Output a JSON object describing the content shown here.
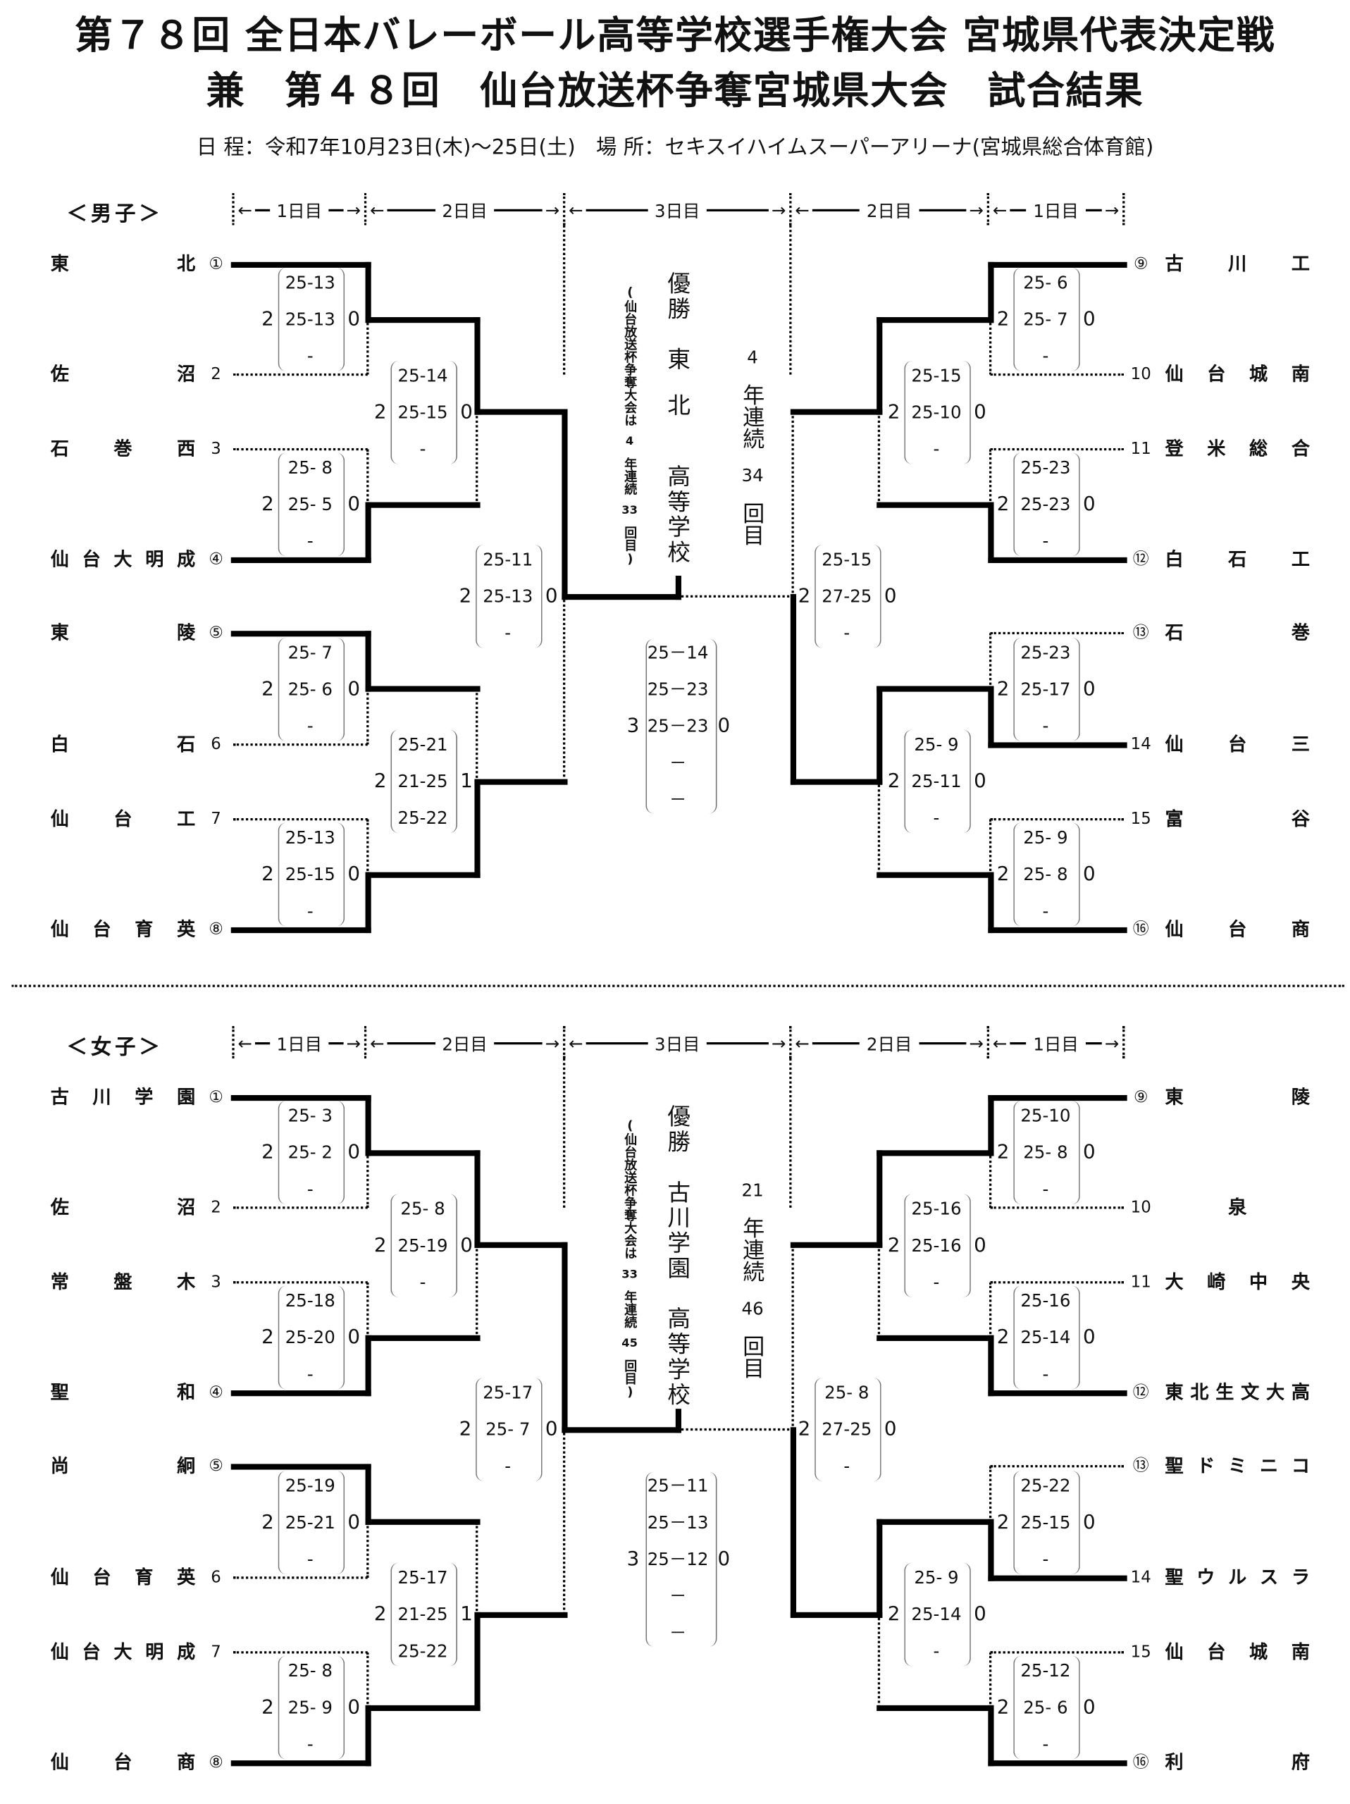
{
  "header": {
    "title_line1": "第７８回 全日本バレーボール高等学校選手権大会 宮城県代表決定戦",
    "title_line2": "兼　第４８回　仙台放送杯争奪宮城県大会　試合結果",
    "schedule": "日 程：令和7年10月23日(木)～25日(土)　場 所：セキスイハイムスーパーアリーナ(宮城県総合体育館)"
  },
  "sections": [
    {
      "label": "＜男子＞",
      "days": [
        "1日目",
        "2日目",
        "3日目",
        "2日目",
        "1日目"
      ],
      "left": {
        "teams": [
          {
            "name": "東北",
            "seed": "①"
          },
          {
            "name": "佐沼",
            "seed": "2"
          },
          {
            "name": "石巻西",
            "seed": "3"
          },
          {
            "name": "仙台大明成",
            "seed": "④"
          },
          {
            "name": "東陵",
            "seed": "⑤"
          },
          {
            "name": "白石",
            "seed": "6"
          },
          {
            "name": "仙台工",
            "seed": "7"
          },
          {
            "name": "仙台育英",
            "seed": "⑧"
          }
        ],
        "r1": [
          {
            "winner": "top",
            "won": "2",
            "lost": "0",
            "sets": [
              "25-13",
              "25-13",
              "-"
            ]
          },
          {
            "winner": "bottom",
            "won": "2",
            "lost": "0",
            "sets": [
              "25- 8",
              "25- 5",
              "-"
            ]
          },
          {
            "winner": "top",
            "won": "2",
            "lost": "0",
            "sets": [
              "25- 7",
              "25- 6",
              "-"
            ]
          },
          {
            "winner": "bottom",
            "won": "2",
            "lost": "0",
            "sets": [
              "25-13",
              "25-15",
              "-"
            ]
          }
        ],
        "r2": [
          {
            "winner": "top",
            "won": "2",
            "lost": "0",
            "sets": [
              "25-14",
              "25-15",
              "-"
            ]
          },
          {
            "winner": "bottom",
            "won": "2",
            "lost": "1",
            "sets": [
              "25-21",
              "21-25",
              "25-22"
            ]
          }
        ],
        "r3": {
          "winner": "top",
          "won": "2",
          "lost": "0",
          "sets": [
            "25-11",
            "25-13",
            "-"
          ]
        }
      },
      "right": {
        "teams": [
          {
            "name": "古川工",
            "seed": "⑨"
          },
          {
            "name": "仙台城南",
            "seed": "10"
          },
          {
            "name": "登米総合",
            "seed": "11"
          },
          {
            "name": "白石工",
            "seed": "⑫"
          },
          {
            "name": "石巻",
            "seed": "⑬"
          },
          {
            "name": "仙台三",
            "seed": "14"
          },
          {
            "name": "富谷",
            "seed": "15"
          },
          {
            "name": "仙台商",
            "seed": "⑯"
          }
        ],
        "r1": [
          {
            "winner": "top",
            "won": "2",
            "lost": "0",
            "sets": [
              "25- 6",
              "25- 7",
              "-"
            ]
          },
          {
            "winner": "bottom",
            "won": "2",
            "lost": "0",
            "sets": [
              "25-23",
              "25-23",
              "-"
            ]
          },
          {
            "winner": "bottom",
            "won": "2",
            "lost": "0",
            "sets": [
              "25-23",
              "25-17",
              "-"
            ]
          },
          {
            "winner": "bottom",
            "won": "2",
            "lost": "0",
            "sets": [
              "25- 9",
              "25- 8",
              "-"
            ]
          }
        ],
        "r2": [
          {
            "winner": "top",
            "won": "2",
            "lost": "0",
            "sets": [
              "25-15",
              "25-10",
              "-"
            ]
          },
          {
            "winner": "top",
            "won": "2",
            "lost": "0",
            "sets": [
              "25- 9",
              "25-11",
              "-"
            ]
          }
        ],
        "r3": {
          "winner": "bottom",
          "won": "2",
          "lost": "0",
          "sets": [
            "25-15",
            "27-25",
            "-"
          ]
        }
      },
      "final": {
        "won": "3",
        "lost": "0",
        "sets": [
          "25－14",
          "25－23",
          "25－23",
          "－",
          "－"
        ]
      },
      "champion": {
        "label": "優勝",
        "name": "東北",
        "suffix": "高等学校"
      },
      "streak": {
        "years": "4",
        "text1": "年連続",
        "count": "34",
        "text2": "回目"
      },
      "note": {
        "open": "(仙台放送杯争奪大会は",
        "years": "4",
        "text1": "年連続",
        "count": "33",
        "close": "回目)"
      }
    },
    {
      "label": "＜女子＞",
      "days": [
        "1日目",
        "2日目",
        "3日目",
        "2日目",
        "1日目"
      ],
      "left": {
        "teams": [
          {
            "name": "古川学園",
            "seed": "①"
          },
          {
            "name": "佐沼",
            "seed": "2"
          },
          {
            "name": "常盤木",
            "seed": "3"
          },
          {
            "name": "聖和",
            "seed": "④"
          },
          {
            "name": "尚絅",
            "seed": "⑤"
          },
          {
            "name": "仙台育英",
            "seed": "6"
          },
          {
            "name": "仙台大明成",
            "seed": "7"
          },
          {
            "name": "仙台商",
            "seed": "⑧"
          }
        ],
        "r1": [
          {
            "winner": "top",
            "won": "2",
            "lost": "0",
            "sets": [
              "25- 3",
              "25- 2",
              "-"
            ]
          },
          {
            "winner": "bottom",
            "won": "2",
            "lost": "0",
            "sets": [
              "25-18",
              "25-20",
              "-"
            ]
          },
          {
            "winner": "top",
            "won": "2",
            "lost": "0",
            "sets": [
              "25-19",
              "25-21",
              "-"
            ]
          },
          {
            "winner": "bottom",
            "won": "2",
            "lost": "0",
            "sets": [
              "25- 8",
              "25- 9",
              "-"
            ]
          }
        ],
        "r2": [
          {
            "winner": "top",
            "won": "2",
            "lost": "0",
            "sets": [
              "25- 8",
              "25-19",
              "-"
            ]
          },
          {
            "winner": "bottom",
            "won": "2",
            "lost": "1",
            "sets": [
              "25-17",
              "21-25",
              "25-22"
            ]
          }
        ],
        "r3": {
          "winner": "top",
          "won": "2",
          "lost": "0",
          "sets": [
            "25-17",
            "25- 7",
            "-"
          ]
        }
      },
      "right": {
        "teams": [
          {
            "name": "東陵",
            "seed": "⑨"
          },
          {
            "name": "泉",
            "seed": "10"
          },
          {
            "name": "大崎中央",
            "seed": "11"
          },
          {
            "name": "東北生文大高",
            "seed": "⑫"
          },
          {
            "name": "聖ドミニコ",
            "seed": "⑬"
          },
          {
            "name": "聖ウルスラ",
            "seed": "14"
          },
          {
            "name": "仙台城南",
            "seed": "15"
          },
          {
            "name": "利府",
            "seed": "⑯"
          }
        ],
        "r1": [
          {
            "winner": "top",
            "won": "2",
            "lost": "0",
            "sets": [
              "25-10",
              "25- 8",
              "-"
            ]
          },
          {
            "winner": "bottom",
            "won": "2",
            "lost": "0",
            "sets": [
              "25-16",
              "25-14",
              "-"
            ]
          },
          {
            "winner": "bottom",
            "won": "2",
            "lost": "0",
            "sets": [
              "25-22",
              "25-15",
              "-"
            ]
          },
          {
            "winner": "bottom",
            "won": "2",
            "lost": "0",
            "sets": [
              "25-12",
              "25- 6",
              "-"
            ]
          }
        ],
        "r2": [
          {
            "winner": "top",
            "won": "2",
            "lost": "0",
            "sets": [
              "25-16",
              "25-16",
              "-"
            ]
          },
          {
            "winner": "top",
            "won": "2",
            "lost": "0",
            "sets": [
              "25- 9",
              "25-14",
              "-"
            ]
          }
        ],
        "r3": {
          "winner": "bottom",
          "won": "2",
          "lost": "0",
          "sets": [
            "25- 8",
            "27-25",
            "-"
          ]
        }
      },
      "final": {
        "won": "3",
        "lost": "0",
        "sets": [
          "25－11",
          "25－13",
          "25－12",
          "－",
          "－"
        ]
      },
      "champion": {
        "label": "優勝",
        "name": "古川学園",
        "suffix": "高等学校"
      },
      "streak": {
        "years": "21",
        "text1": "年連続",
        "count": "46",
        "text2": "回目"
      },
      "note": {
        "open": "(仙台放送杯争奪大会は",
        "years": "33",
        "text1": "年連続",
        "count": "45",
        "close": "回目)"
      }
    }
  ]
}
